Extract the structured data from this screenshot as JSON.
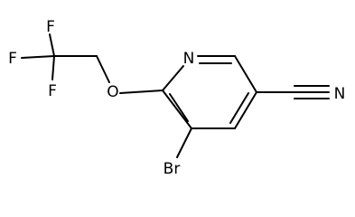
{
  "molecule": {
    "atoms": [
      {
        "id": "F1",
        "label": "F"
      },
      {
        "id": "F2",
        "label": "F"
      },
      {
        "id": "F3",
        "label": "F"
      },
      {
        "id": "O",
        "label": "O"
      },
      {
        "id": "N_ring",
        "label": "N"
      },
      {
        "id": "N_nitrile",
        "label": "N"
      },
      {
        "id": "Br",
        "label": "Br"
      }
    ]
  },
  "colors": {
    "bond": "#000000",
    "label": "#000000",
    "background": "#ffffff"
  }
}
